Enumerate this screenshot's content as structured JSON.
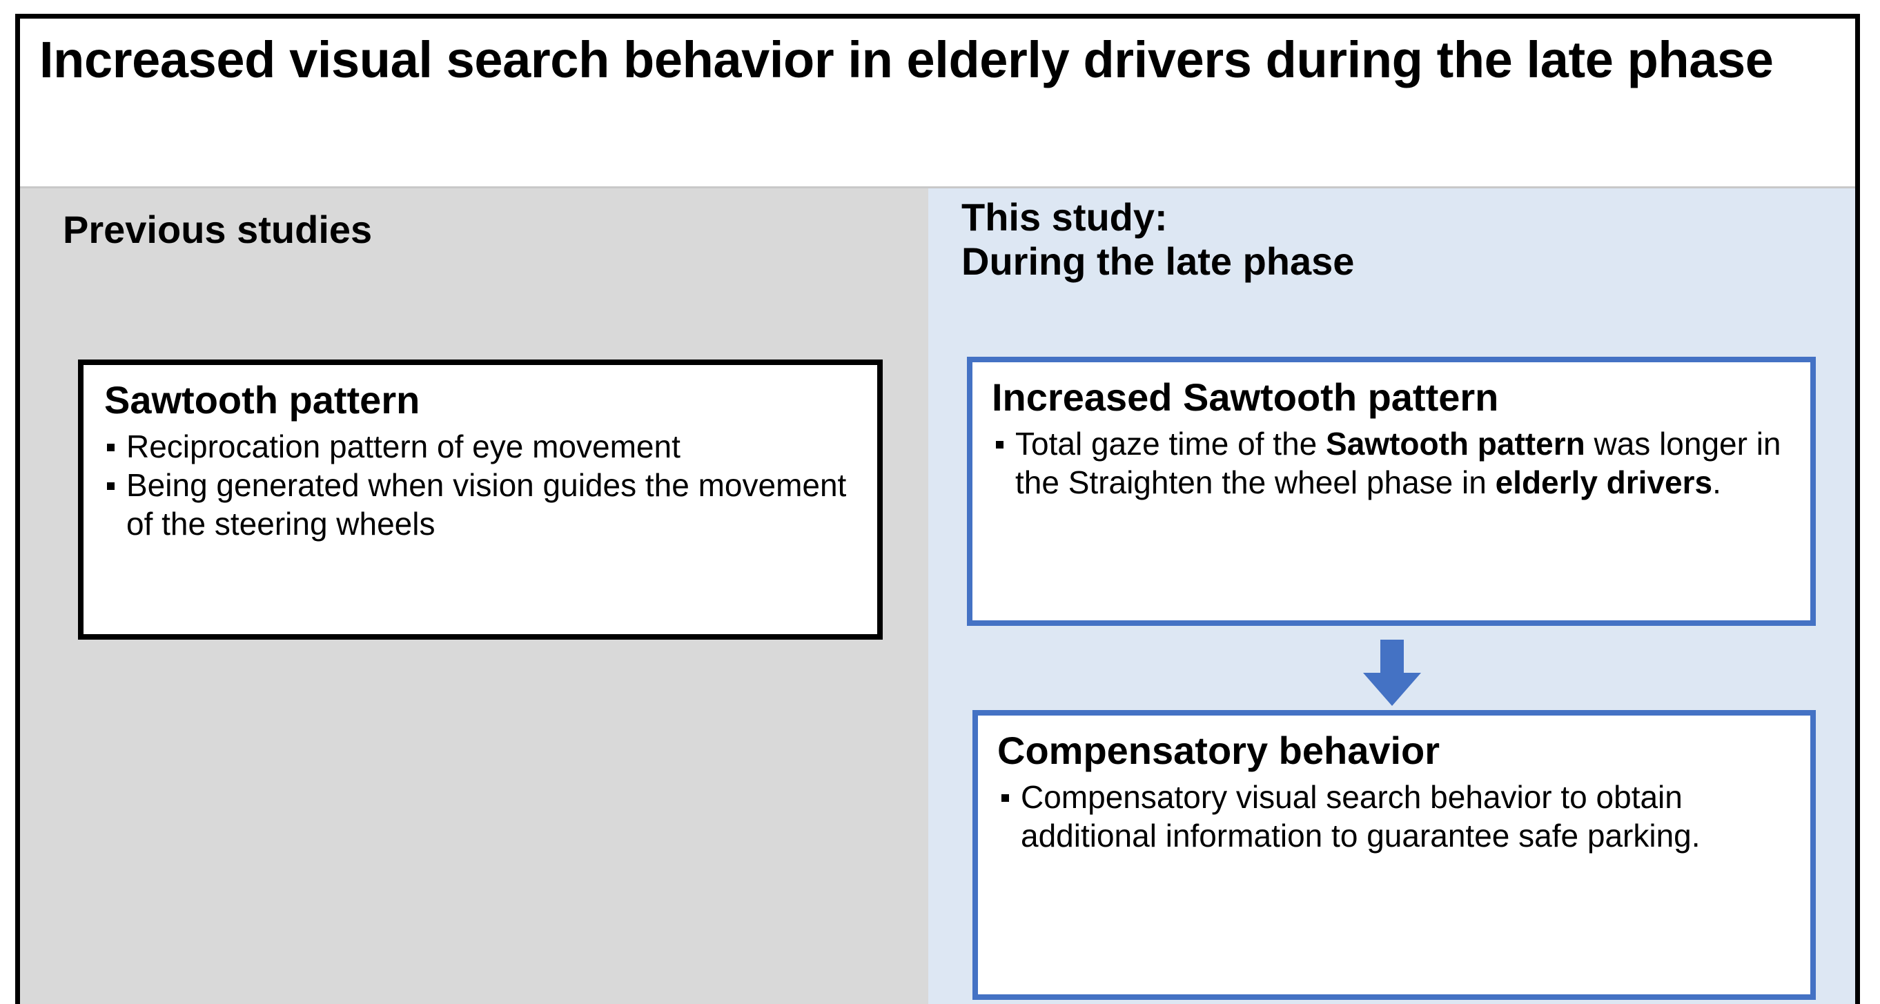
{
  "figure": {
    "title": "Increased visual search behavior in elderly drivers during the late phase",
    "colors": {
      "accent_blue": "#4472C4",
      "panel_gray": "#D9D9D9",
      "panel_light_blue": "#DDE7F3",
      "border_black": "#000000"
    }
  },
  "left_panel": {
    "heading": "Previous studies",
    "card": {
      "title": "Sawtooth pattern",
      "bullets": [
        "Reciprocation pattern of eye movement",
        "Being generated when vision guides the movement of the steering wheels"
      ]
    }
  },
  "right_panel": {
    "heading": "This study:\nDuring the late phase",
    "card_top": {
      "title": "Increased Sawtooth pattern",
      "bullet_parts": [
        {
          "text": "Total gaze time of the ",
          "bold": false
        },
        {
          "text": "Sawtooth pattern",
          "bold": true
        },
        {
          "text": " was longer in the Straighten the wheel phase in ",
          "bold": false
        },
        {
          "text": "elderly drivers",
          "bold": true
        },
        {
          "text": ".",
          "bold": false
        }
      ]
    },
    "arrow": "arrow-down-icon",
    "card_bottom": {
      "title": "Compensatory behavior",
      "bullets": [
        "Compensatory visual search behavior to obtain additional information to guarantee safe parking."
      ]
    }
  }
}
